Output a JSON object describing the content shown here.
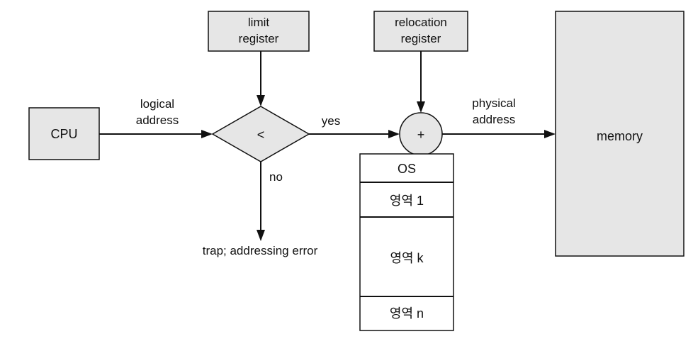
{
  "colors": {
    "box_fill": "#e6e6e6",
    "stroke": "#111111",
    "background": "#ffffff"
  },
  "nodes": {
    "cpu": "CPU",
    "limit_register": [
      "limit",
      "register"
    ],
    "relocation_register": [
      "relocation",
      "register"
    ],
    "comparator": "<",
    "adder": "+",
    "memory": "memory"
  },
  "labels": {
    "logical_address": [
      "logical",
      "address"
    ],
    "physical_address": [
      "physical",
      "address"
    ],
    "yes": "yes",
    "no": "no",
    "trap": "trap; addressing error"
  },
  "memory_map": {
    "os": "OS",
    "region_1": "영역 1",
    "region_k": "영역 k",
    "region_n": "영역 n"
  }
}
